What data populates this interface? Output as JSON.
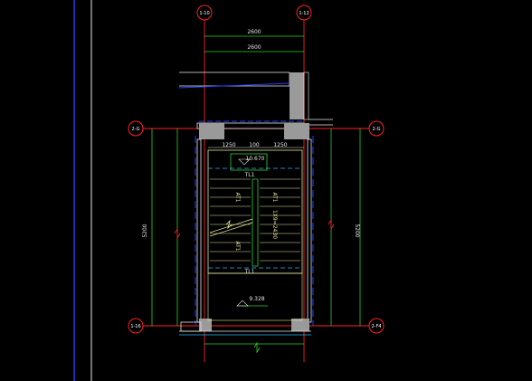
{
  "grid_labels": {
    "top_left": "1-10",
    "top_right": "1-12",
    "left_upper": "2-G",
    "right_upper": "2-G",
    "left_lower": "1-16",
    "right_lower": "2-F4"
  },
  "dims": {
    "top_outer": "2600",
    "top_inner": "2600",
    "left_vertical": "5200",
    "right_vertical": "5200",
    "seg_left": "1250",
    "seg_mid": "100",
    "seg_right": "1250"
  },
  "labels": {
    "elevation_top": "10.670",
    "tl_top": "TL1",
    "tl_bottom": "TL1",
    "stair_left_up": "AT1",
    "stair_left_down": "AT1",
    "stair_right_up": "AT1",
    "stair_right_text": "1X9=2430",
    "elevation_bottom": "9.328"
  }
}
